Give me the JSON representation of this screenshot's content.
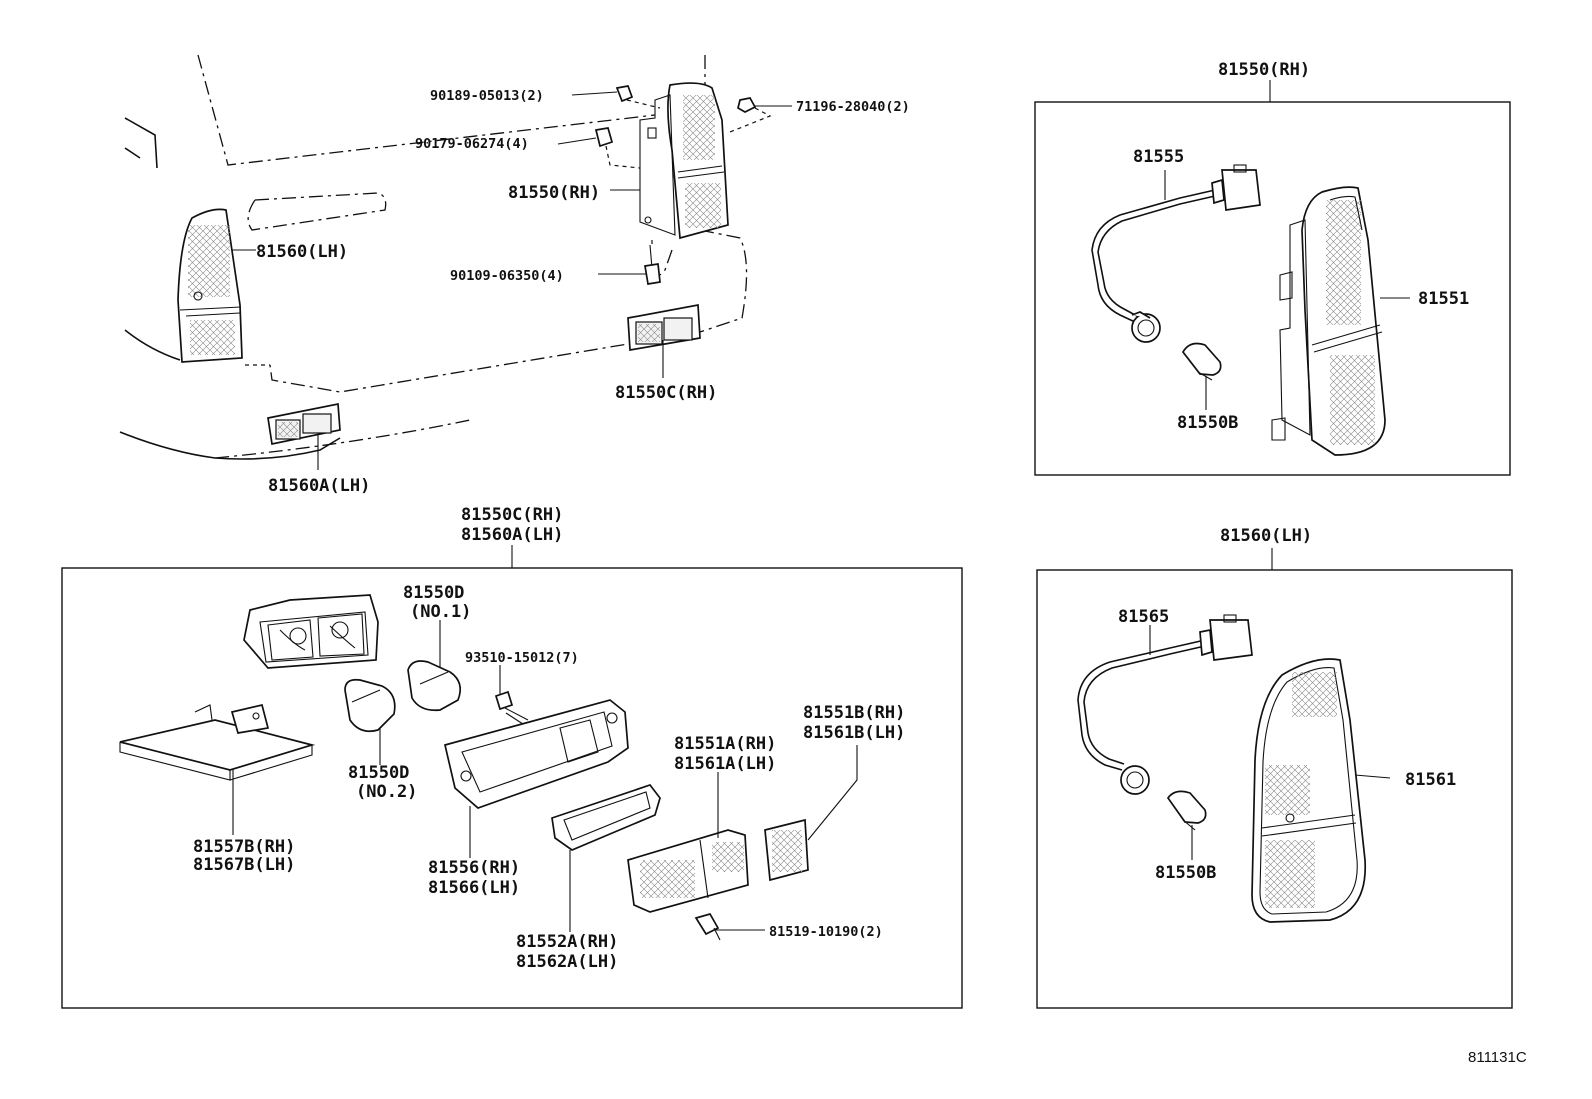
{
  "diagram": {
    "labels": {
      "p90189": "90189-05013(2)",
      "p71196": "71196-28040(2)",
      "p90179": "90179-06274(4)",
      "p81550rh_main": "81550(RH)",
      "p81560lh_main": "81560(LH)",
      "p90109": "90109-06350(4)",
      "p81550c_main": "81550C(RH)",
      "p81560a_main": "81560A(LH)",
      "box_rh_title": "81550(RH)",
      "p81555": "81555",
      "p81551": "81551",
      "p81550b_rh": "81550B",
      "box_lh_title": "81560(LH)",
      "p81565": "81565",
      "p81561": "81561",
      "p81550b_lh": "81550B",
      "box_side_title_1": "81550C(RH)",
      "box_side_title_2": "81560A(LH)",
      "p81550d_no1_code": "81550D",
      "p81550d_no1_note": "(NO.1)",
      "p93510": "93510-15012(7)",
      "p81551b": "81551B(RH)",
      "p81561b": "81561B(LH)",
      "p81551a": "81551A(RH)",
      "p81561a": "81561A(LH)",
      "p81550d_no2_code": "81550D",
      "p81550d_no2_note": "(NO.2)",
      "p81557b": "81557B(RH)",
      "p81567b": "81567B(LH)",
      "p81556": "81556(RH)",
      "p81566": "81566(LH)",
      "p81552a": "81552A(RH)",
      "p81562a": "81562A(LH)",
      "p81519": "81519-10190(2)",
      "diagram_code": "811131C"
    }
  }
}
